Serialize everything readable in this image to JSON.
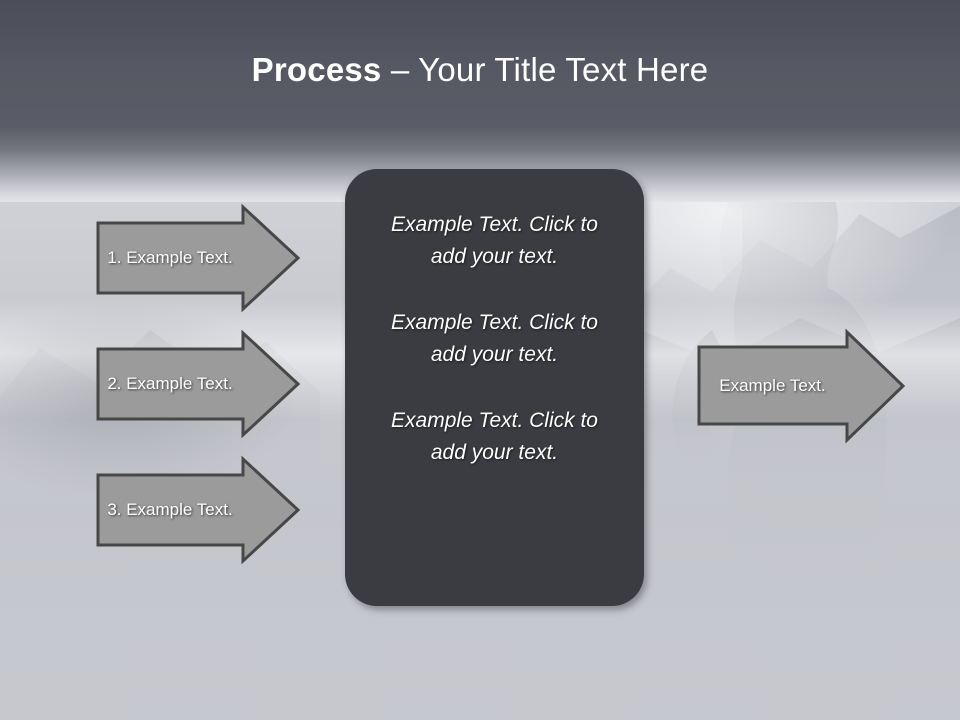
{
  "slide": {
    "title": {
      "bold_part": "Process",
      "rest_part": " – Your Title Text Here",
      "full": "Process – Your Title Text Here"
    },
    "background": {
      "description": "faded grayscale photograph of a woman in profile with mountain landscape",
      "header_band_color": "#545663",
      "body_color": "#c7c9cf"
    }
  },
  "colors": {
    "arrow_fill": "#9b9b9b",
    "arrow_border": "#474747",
    "panel_fill": "#3b3c42",
    "title_text": "#ffffff",
    "header_band": "#545663"
  },
  "input_arrows": [
    {
      "label": "1. Example Text."
    },
    {
      "label": "2. Example Text."
    },
    {
      "label": "3. Example Text."
    }
  ],
  "center_panel": {
    "paragraphs": [
      "Example Text. Click  to add your text.",
      "Example Text. Click  to add your text.",
      "Example Text. Click  to add your text."
    ]
  },
  "output_arrow": {
    "label": "Example Text."
  }
}
